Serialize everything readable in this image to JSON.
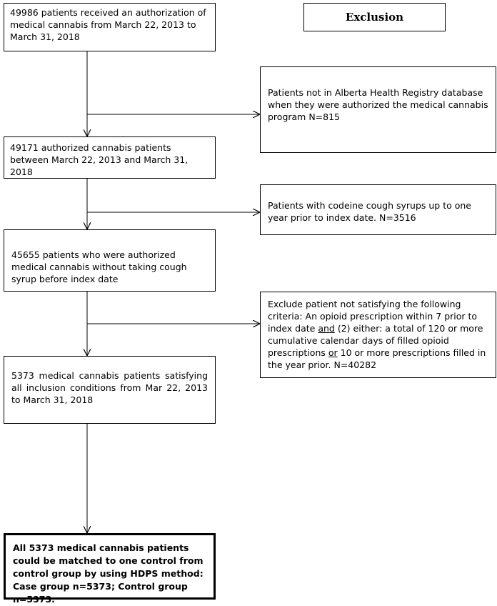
{
  "header": {
    "exclusion_label": "Exclusion"
  },
  "main_flow": {
    "step1": "49986 patients received an authorization of medical cannabis from March 22, 2013 to March 31, 2018",
    "step2": "49171 authorized cannabis patients between March 22, 2013 and March 31, 2018",
    "step3": "45655 patients who were authorized medical cannabis without taking cough syrup before index date",
    "step4": "5373 medical cannabis patients satisfying all inclusion conditions from Mar 22, 2013 to March 31, 2018",
    "final": "All 5373 medical cannabis patients could be matched to one control from control group by using HDPS method: Case group n=5373; Control group n=5373."
  },
  "exclusions": {
    "excl1": "Patients not in Alberta Health Registry database when they were authorized the medical cannabis program N=815",
    "excl2": "Patients with codeine cough syrups up to one year prior to index date. N=3516",
    "excl3": {
      "part1": "Exclude patient not satisfying the following criteria: An opioid prescription within 7 prior to index date ",
      "and_word": "and",
      "part2": " (2) either: a total of 120 or more cumulative calendar days of filled opioid prescriptions ",
      "or_word": "or",
      "part3": " 10 or more prescriptions filled in the year prior. N=40282"
    }
  }
}
